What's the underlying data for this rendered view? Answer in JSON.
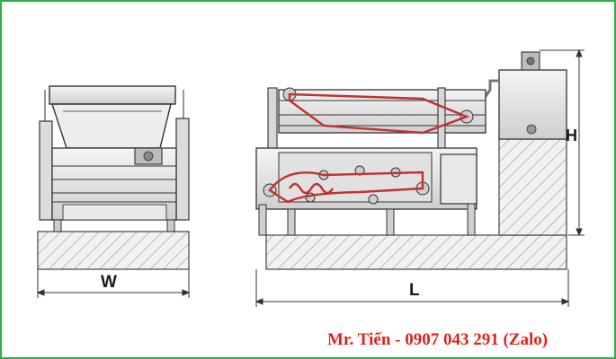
{
  "dimensions": {
    "width_label": "W",
    "length_label": "L",
    "height_label": "H"
  },
  "contact": {
    "text": "Mr. Tiến - 0907 043 291 (Zalo)"
  },
  "colors": {
    "border": "#2fb14a",
    "belt": "#c0312f",
    "body": "#e6e6e6",
    "outline": "#333333",
    "contact": "#e0231c"
  }
}
